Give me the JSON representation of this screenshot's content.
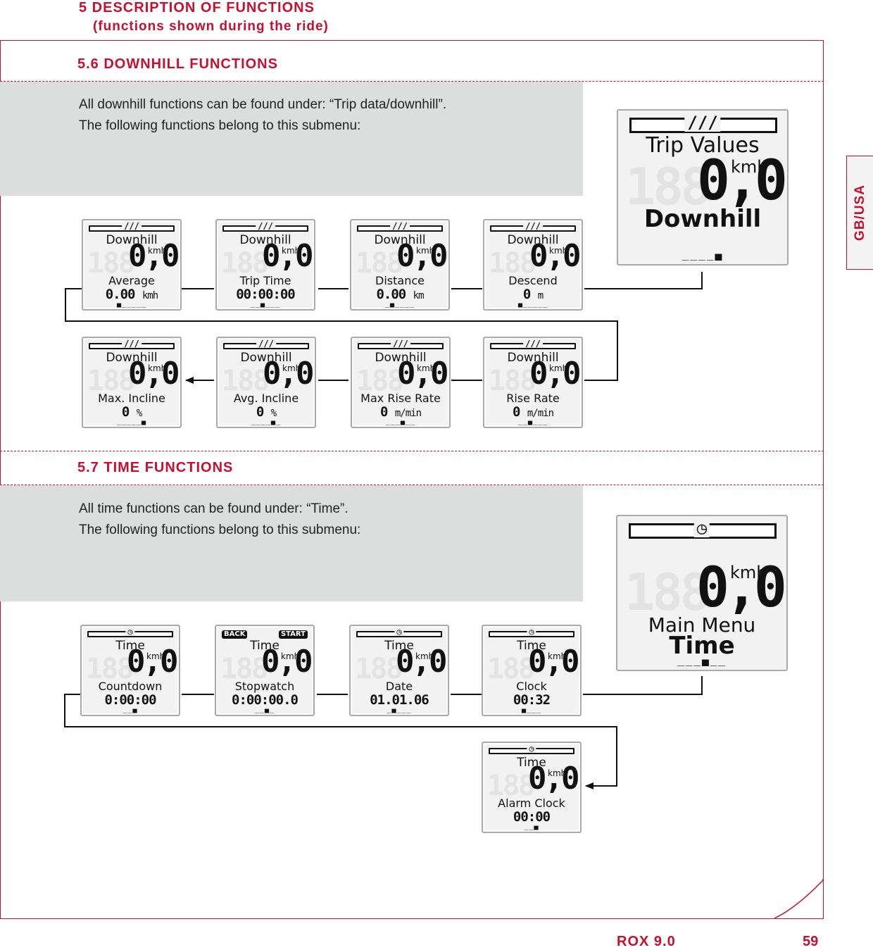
{
  "header": {
    "title": "5 DESCRIPTION OF FUNCTIONS",
    "subtitle": "(functions shown during the ride)"
  },
  "side_tab": "GB/USA",
  "footer": {
    "model": "ROX 9.0",
    "page": "59"
  },
  "colors": {
    "accent": "#c8102e",
    "panel": "#dcdede"
  },
  "downhill": {
    "title": "5.6 DOWNHILL FUNCTIONS",
    "intro_line1": "All downhill functions can be found under: “Trip data/downhill”.",
    "intro_line2": "The following functions belong to this submenu:",
    "menu_screen": {
      "head": "Trip Values",
      "speed": "0,0",
      "unit": "kmh",
      "label": "Downhill",
      "icon": "slope-icon"
    },
    "screens": [
      {
        "head": "Downhill",
        "speed": "0,0",
        "unit": "kmh",
        "label": "Average",
        "value": "0.00",
        "value_unit": "kmh"
      },
      {
        "head": "Downhill",
        "speed": "0,0",
        "unit": "kmh",
        "label": "Trip Time",
        "value": "00:00:00",
        "value_unit": ""
      },
      {
        "head": "Downhill",
        "speed": "0,0",
        "unit": "kmh",
        "label": "Distance",
        "value": "0.00",
        "value_unit": "km"
      },
      {
        "head": "Downhill",
        "speed": "0,0",
        "unit": "kmh",
        "label": "Descend",
        "value": "0",
        "value_unit": "m"
      },
      {
        "head": "Downhill",
        "speed": "0,0",
        "unit": "kmh",
        "label": "Max. Incline",
        "value": "0",
        "value_unit": "%"
      },
      {
        "head": "Downhill",
        "speed": "0,0",
        "unit": "kmh",
        "label": "Avg. Incline",
        "value": "0",
        "value_unit": "%"
      },
      {
        "head": "Downhill",
        "speed": "0,0",
        "unit": "kmh",
        "label": "Max Rise Rate",
        "value": "0",
        "value_unit": "m/min"
      },
      {
        "head": "Downhill",
        "speed": "0,0",
        "unit": "kmh",
        "label": "Rise Rate",
        "value": "0",
        "value_unit": "m/min"
      }
    ]
  },
  "time": {
    "title": "5.7 TIME FUNCTIONS",
    "intro_line1": "All time functions can be found under: “Time”.",
    "intro_line2": "The following functions belong to this submenu:",
    "menu_screen": {
      "head": "Main Menu",
      "speed": "0,0",
      "unit": "kmh",
      "label": "Time",
      "icon": "clock-icon"
    },
    "screens": [
      {
        "head": "Time",
        "speed": "0,0",
        "unit": "kmh",
        "label": "Countdown",
        "value": "0:00:00",
        "value_unit": ""
      },
      {
        "head": "Time",
        "speed": "0,0",
        "unit": "kmh",
        "label": "Stopwatch",
        "value": "0:00:00.0",
        "value_unit": "",
        "back": "BACK",
        "start": "START"
      },
      {
        "head": "Time",
        "speed": "0,0",
        "unit": "kmh",
        "label": "Date",
        "value": "01.01.06",
        "value_unit": ""
      },
      {
        "head": "Time",
        "speed": "0,0",
        "unit": "kmh",
        "label": "Clock",
        "value": "00:32",
        "value_unit": ""
      },
      {
        "head": "Time",
        "speed": "0,0",
        "unit": "kmh",
        "label": "Alarm Clock",
        "value": "00:00",
        "value_unit": ""
      }
    ]
  }
}
